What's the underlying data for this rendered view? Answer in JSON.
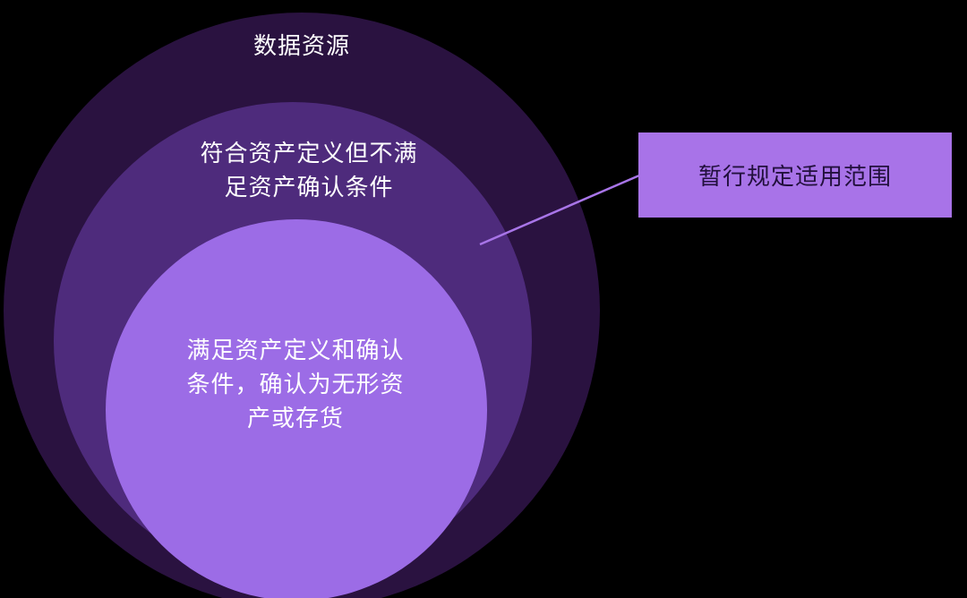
{
  "diagram": {
    "background_color": "#000000",
    "rings": [
      {
        "id": "outer",
        "label": "数据资源",
        "fill_color": "#2a1240",
        "text_color": "#ffffff"
      },
      {
        "id": "middle",
        "label": "符合资产定义但不满\n足资产确认条件",
        "fill_color": "#4e2b7c",
        "text_color": "#ffffff"
      },
      {
        "id": "inner",
        "label": "满足资产定义和确认\n条件，确认为无形资\n产或存货",
        "fill_color": "#9c6ce6",
        "text_color": "#ffffff"
      }
    ],
    "callout": {
      "label": "暂行规定适用范围",
      "box_color": "#a873e8",
      "text_color": "#22103d",
      "line_color": "#a875e8"
    }
  }
}
